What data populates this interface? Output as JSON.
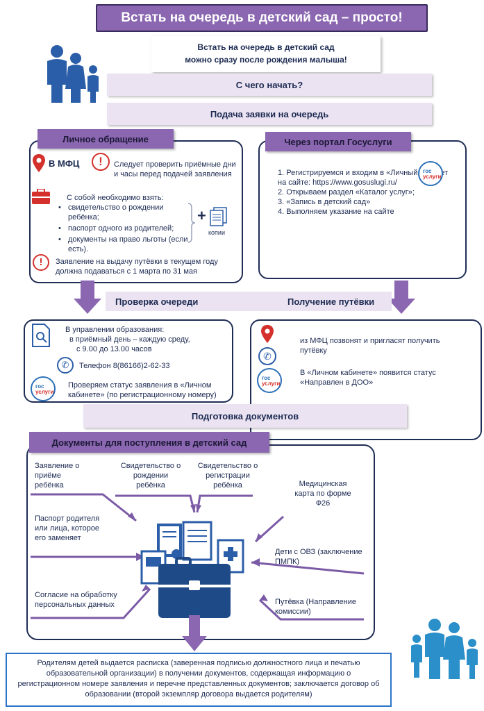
{
  "title": "Встать на очередь в детский сад – просто!",
  "intro": {
    "line1": "Встать на очередь в детский сад",
    "line2": "можно сразу после рождения малыша!"
  },
  "start_label": "С чего начать?",
  "apply_label": "Подача заявки на очередь",
  "personal": {
    "tab": "Личное обращение",
    "mfc": "В МФЦ",
    "note": "Следует проверить приёмные дни и часы перед подачей заявления",
    "bring_title": "С собой необходимо взять:",
    "items": [
      "свидетельство о рождении ребёнка;",
      "паспорт одного из родителей;",
      "документы на право льготы (если есть)."
    ],
    "copies": "копии",
    "deadline": "Заявление на выдачу путёвки в текущем году должна подаваться с 1 марта по 31 мая"
  },
  "portal": {
    "tab": "Через портал Госуслуги",
    "steps": [
      "1. Регистрируемся и входим в «Личный кабинет на сайте: https://www.gosuslugi.ru/",
      "2. Открываем раздел «Каталог услуг»;",
      "3. «Запись в детский сад»",
      "4. Выполняем указание на сайте"
    ]
  },
  "gos_logo": {
    "top": "гос",
    "bottom": "услуги"
  },
  "check": {
    "label": "Проверка очереди",
    "dept": "В управлении образования:",
    "days": "в приёмный день – каждую среду,",
    "hours": "с 9.00 до 13.00 часов",
    "phone": "Телефон 8(86166)2-62-33",
    "status": "Проверяем статус заявления в «Личном кабинете» (по регистрационному номеру)"
  },
  "receive": {
    "label": "Получение путёвки",
    "mfc": "из МФЦ позвонят и пригласят получить путёвку",
    "cabinet": "В «Личном кабинете» появится статус «Направлен в ДОО»"
  },
  "prep_label": "Подготовка документов",
  "docs": {
    "tab": "Документы для поступления в детский сад",
    "d1": "Заявление о приёме ребёнка",
    "d2": "Свидетельство о рождении ребёнка",
    "d3": "Свидетельство о регистрации ребёнка",
    "d4": "Медицинская карта по форме Ф26",
    "d5": "Паспорт родителя или лица, которое его заменяет",
    "d6": "Дети с ОВЗ (заключение ПМПК)",
    "d7": "Согласие на обработку персональных данных",
    "d8": "Путёвка (Направление комиссии)"
  },
  "footer": "Родителям детей выдается расписка (заверенная подписью должностного лица и печатью образовательной организации) в получении документов, содержащая информацию о регистрационном номере заявления и перечне представленных документов; заключается договор об образовании (второй экземпляр договора выдается родителям)",
  "colors": {
    "purple": "#8a67b0",
    "navy": "#1f2d54",
    "lavender": "#ebe3f1",
    "red": "#d4312c",
    "blue": "#2b5ea8"
  }
}
